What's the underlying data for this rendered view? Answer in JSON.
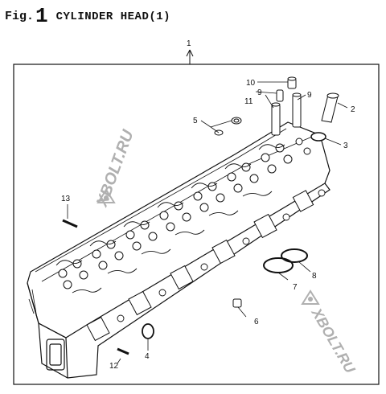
{
  "figure": {
    "prefix": "Fig.",
    "number": "1",
    "title": "CYLINDER HEAD(1)"
  },
  "watermark": {
    "text": "XBOLT.RU"
  },
  "callouts": [
    {
      "id": "1",
      "label": "1"
    },
    {
      "id": "2",
      "label": "2"
    },
    {
      "id": "3",
      "label": "3"
    },
    {
      "id": "4",
      "label": "4"
    },
    {
      "id": "5",
      "label": "5"
    },
    {
      "id": "6",
      "label": "6"
    },
    {
      "id": "7",
      "label": "7"
    },
    {
      "id": "8",
      "label": "8"
    },
    {
      "id": "9a",
      "label": "9"
    },
    {
      "id": "9b",
      "label": "9"
    },
    {
      "id": "10",
      "label": "10"
    },
    {
      "id": "11",
      "label": "11"
    },
    {
      "id": "12",
      "label": "12"
    },
    {
      "id": "13",
      "label": "13"
    }
  ],
  "colors": {
    "ink": "#111111",
    "watermark": "#b0b0b0"
  }
}
